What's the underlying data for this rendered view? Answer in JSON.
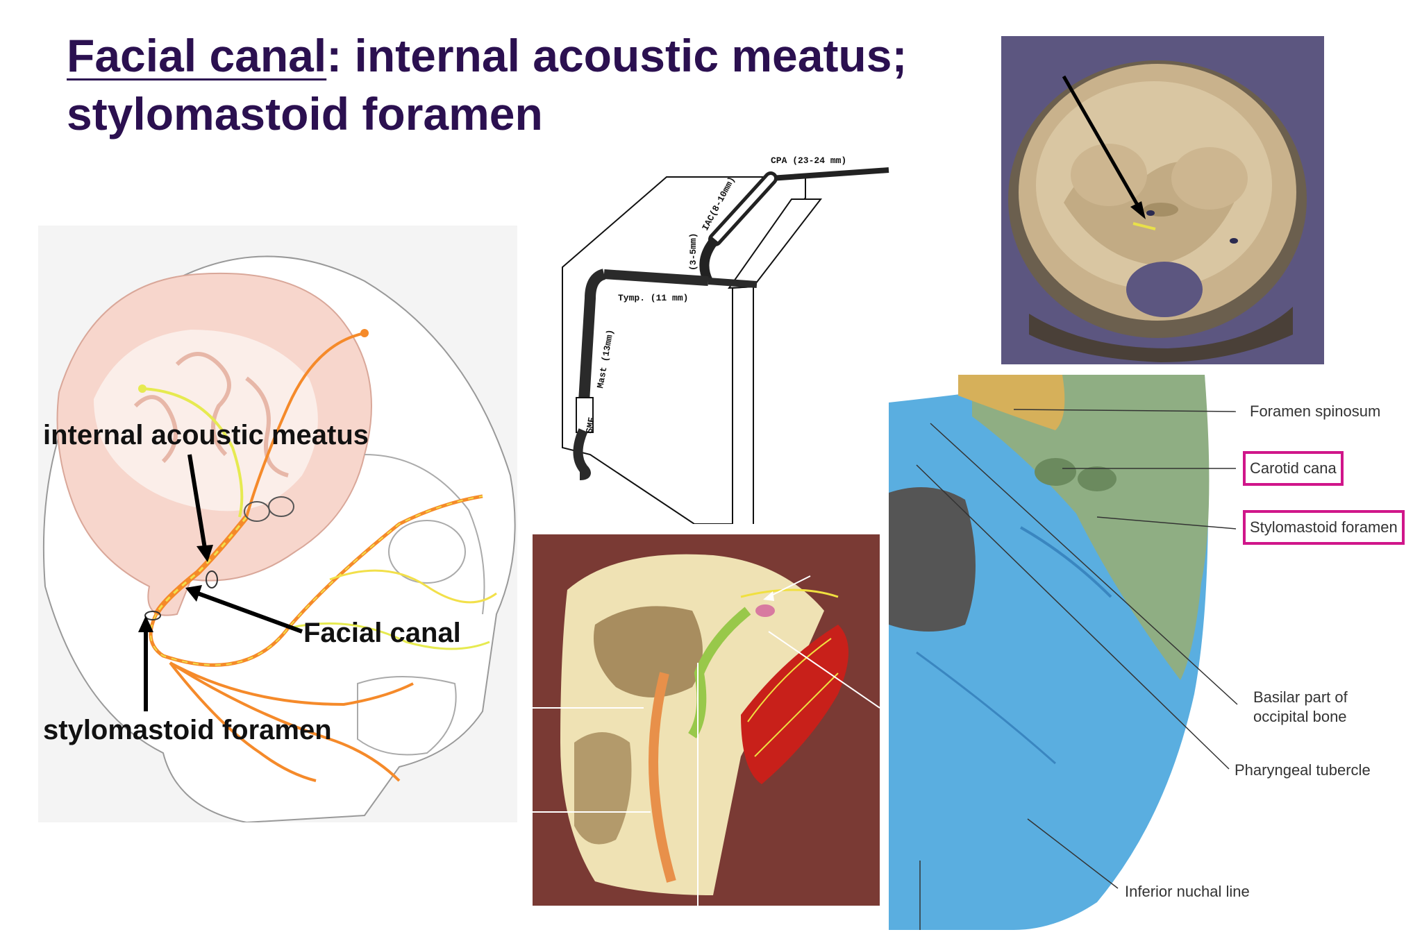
{
  "slide": {
    "title_underlined": "Facial canal",
    "title_rest_line1": ": internal acoustic meatus;",
    "title_line2": "stylomastoid foramen"
  },
  "head_figure": {
    "label_iam": "internal acoustic meatus",
    "label_facial_canal": "Facial canal",
    "label_smf": "stylomastoid foramen"
  },
  "schematic_figure": {
    "cpa": "CPA (23-24 mm)",
    "iac": "IAC(8-10mm)",
    "lab": "(3-5mm)",
    "tymp": "Tymp. (11 mm)",
    "mast": "Mast (13mm)",
    "smf": "SMF"
  },
  "skull_base_figure": {
    "labels": [
      "Foramen spinosum",
      "Carotid cana",
      "Stylomastoid foramen",
      "Basilar part of",
      "occipital bone",
      "Pharyngeal tubercle",
      "Inferior nuchal line"
    ]
  },
  "colors": {
    "title": "#2b1050",
    "highlight_box": "#d0168a",
    "skull_blue": "#5aaee0",
    "temporal_green": "#8fae83",
    "photo_bg": "#5c5680",
    "section_bg": "#7a3a34"
  }
}
